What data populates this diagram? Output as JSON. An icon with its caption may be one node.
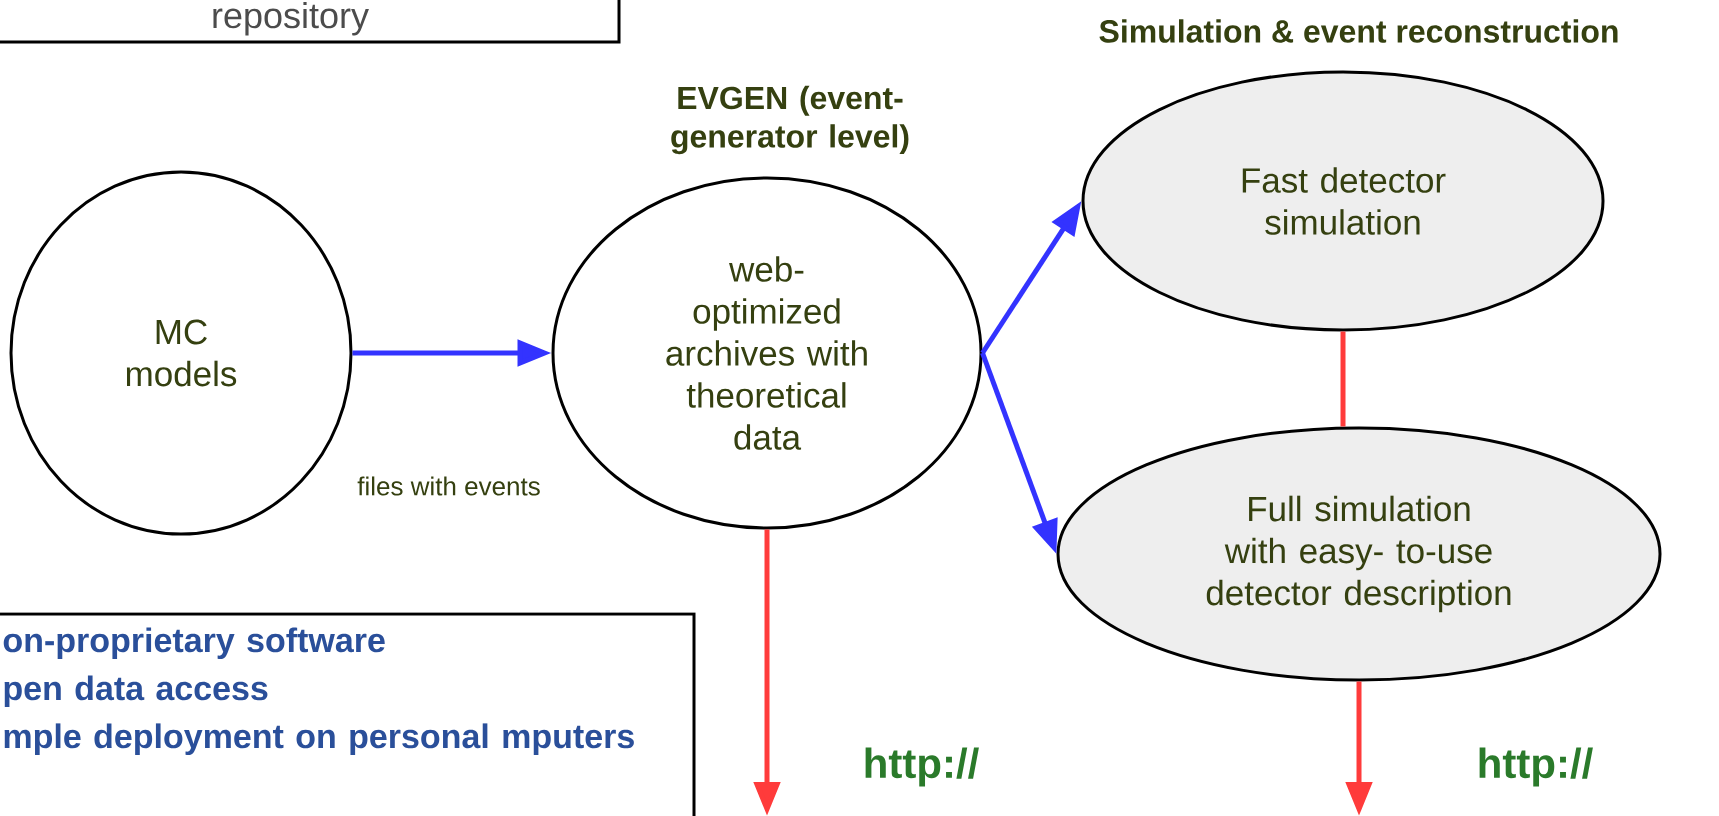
{
  "diagram": {
    "nodes": [
      {
        "text": [
          "repository"
        ]
      },
      {
        "text": [
          "MC models"
        ]
      },
      {
        "text": [
          "EVGEN (event-generator level)",
          "web- optimized archives with theoretical data"
        ]
      },
      {
        "text": [
          "Fast detector simulation"
        ]
      },
      {
        "text": [
          "Full simulation with easy- to-use detector description"
        ]
      },
      {
        "text": [
          "on-proprietary software",
          "pen data access",
          "mple deployment on personal mputers"
        ]
      }
    ],
    "edges": [
      {
        "from": 1,
        "to": 2,
        "arrow": "to",
        "color": "#3333ff"
      },
      {
        "from": 2,
        "to": 3,
        "arrow": "to",
        "color": "#3333ff"
      },
      {
        "from": 2,
        "to": 4,
        "arrow": "to",
        "color": "#3333ff"
      },
      {
        "from": 3,
        "to": 4,
        "arrow": "none",
        "color": "#ff3b3b"
      },
      {
        "from": 2,
        "to": null,
        "arrow": "to",
        "color": "#ff3b3b"
      },
      {
        "from": 4,
        "to": null,
        "arrow": "to",
        "color": "#ff3b3b"
      }
    ],
    "labels": [
      "Simulation & event reconstruction",
      "files with events",
      "http://",
      "http://"
    ]
  }
}
